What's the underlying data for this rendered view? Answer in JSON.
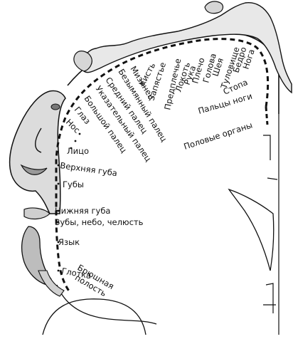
{
  "labels": {
    "foot": "Стопа",
    "toes": "Пальцы ноги",
    "genitals": "Половые органы",
    "leg": "Нога",
    "hip": "Бедро",
    "trunk": "Туловище",
    "neck": "Шея",
    "head": "Голова",
    "shoulder": "Плечо",
    "arm": "Рука",
    "elbow": "Локоть",
    "forearm": "Предплечье",
    "wrist": "Запястье",
    "hand": "Кисть",
    "little_finger": "Мизинец",
    "ring_finger": "Безымянный палец",
    "middle_finger": "Средний палец",
    "index_finger": "Указательный палец",
    "thumb": "Большой палец",
    "eye": "Глаз",
    "nose": "Нос",
    "face": "Лицо",
    "upper_lip": "Верхняя губа",
    "lips": "Губы",
    "lower_lip": "Нижняя губа",
    "teeth_jaw": "Зубы, небо, челюсть",
    "tongue": "Язык",
    "pharynx": "Глотка",
    "abdominal_cavity": "Брюшная полость"
  }
}
